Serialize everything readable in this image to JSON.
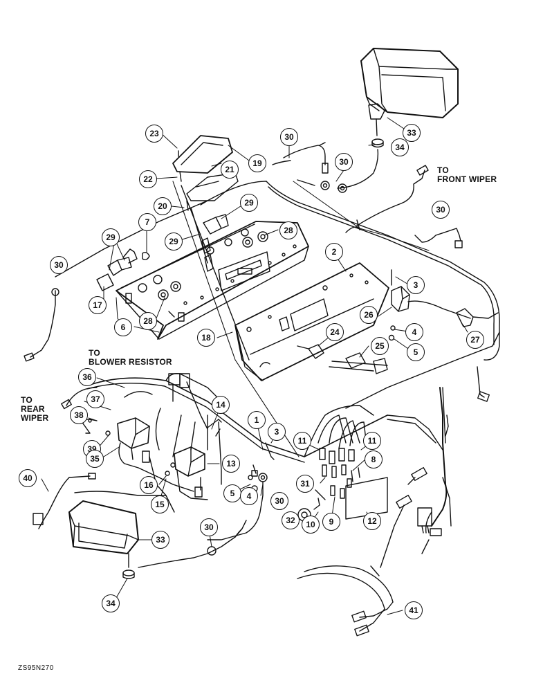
{
  "callouts": {
    "front_wiper": "TO\nFRONT WIPER",
    "blower_resistor": "TO\nBLOWER RESISTOR",
    "rear_wiper": "TO\nREAR\nWIPER"
  },
  "figure_code": "ZS95N270",
  "part_labels": [
    {
      "id": "p33a",
      "text": "33"
    },
    {
      "id": "p34a",
      "text": "34"
    },
    {
      "id": "p30a",
      "text": "30"
    },
    {
      "id": "p30b",
      "text": "30"
    },
    {
      "id": "p30c",
      "text": "30"
    },
    {
      "id": "p30d",
      "text": "30"
    },
    {
      "id": "p30e",
      "text": "30"
    },
    {
      "id": "p30f",
      "text": "30"
    },
    {
      "id": "p23",
      "text": "23"
    },
    {
      "id": "p19",
      "text": "19"
    },
    {
      "id": "p21",
      "text": "21"
    },
    {
      "id": "p22",
      "text": "22"
    },
    {
      "id": "p20",
      "text": "20"
    },
    {
      "id": "p29a",
      "text": "29"
    },
    {
      "id": "p29b",
      "text": "29"
    },
    {
      "id": "p29c",
      "text": "29"
    },
    {
      "id": "p7",
      "text": "7"
    },
    {
      "id": "p28a",
      "text": "28"
    },
    {
      "id": "p28b",
      "text": "28"
    },
    {
      "id": "p2",
      "text": "2"
    },
    {
      "id": "p3a",
      "text": "3"
    },
    {
      "id": "p17",
      "text": "17"
    },
    {
      "id": "p6",
      "text": "6"
    },
    {
      "id": "p18",
      "text": "18"
    },
    {
      "id": "p24",
      "text": "24"
    },
    {
      "id": "p26",
      "text": "26"
    },
    {
      "id": "p4a",
      "text": "4"
    },
    {
      "id": "p5a",
      "text": "5"
    },
    {
      "id": "p27",
      "text": "27"
    },
    {
      "id": "p25",
      "text": "25"
    },
    {
      "id": "p36",
      "text": "36"
    },
    {
      "id": "p37",
      "text": "37"
    },
    {
      "id": "p38",
      "text": "38"
    },
    {
      "id": "p39",
      "text": "39"
    },
    {
      "id": "p35",
      "text": "35"
    },
    {
      "id": "p14",
      "text": "14"
    },
    {
      "id": "p1",
      "text": "1"
    },
    {
      "id": "p3b",
      "text": "3"
    },
    {
      "id": "p11a",
      "text": "11"
    },
    {
      "id": "p11b",
      "text": "11"
    },
    {
      "id": "p8",
      "text": "8"
    },
    {
      "id": "p13",
      "text": "13"
    },
    {
      "id": "p16",
      "text": "16"
    },
    {
      "id": "p15",
      "text": "15"
    },
    {
      "id": "p5b",
      "text": "5"
    },
    {
      "id": "p4b",
      "text": "4"
    },
    {
      "id": "p31",
      "text": "31"
    },
    {
      "id": "p32",
      "text": "32"
    },
    {
      "id": "p10",
      "text": "10"
    },
    {
      "id": "p9",
      "text": "9"
    },
    {
      "id": "p12",
      "text": "12"
    },
    {
      "id": "p40",
      "text": "40"
    },
    {
      "id": "p33b",
      "text": "33"
    },
    {
      "id": "p34b",
      "text": "34"
    },
    {
      "id": "p41",
      "text": "41"
    }
  ]
}
